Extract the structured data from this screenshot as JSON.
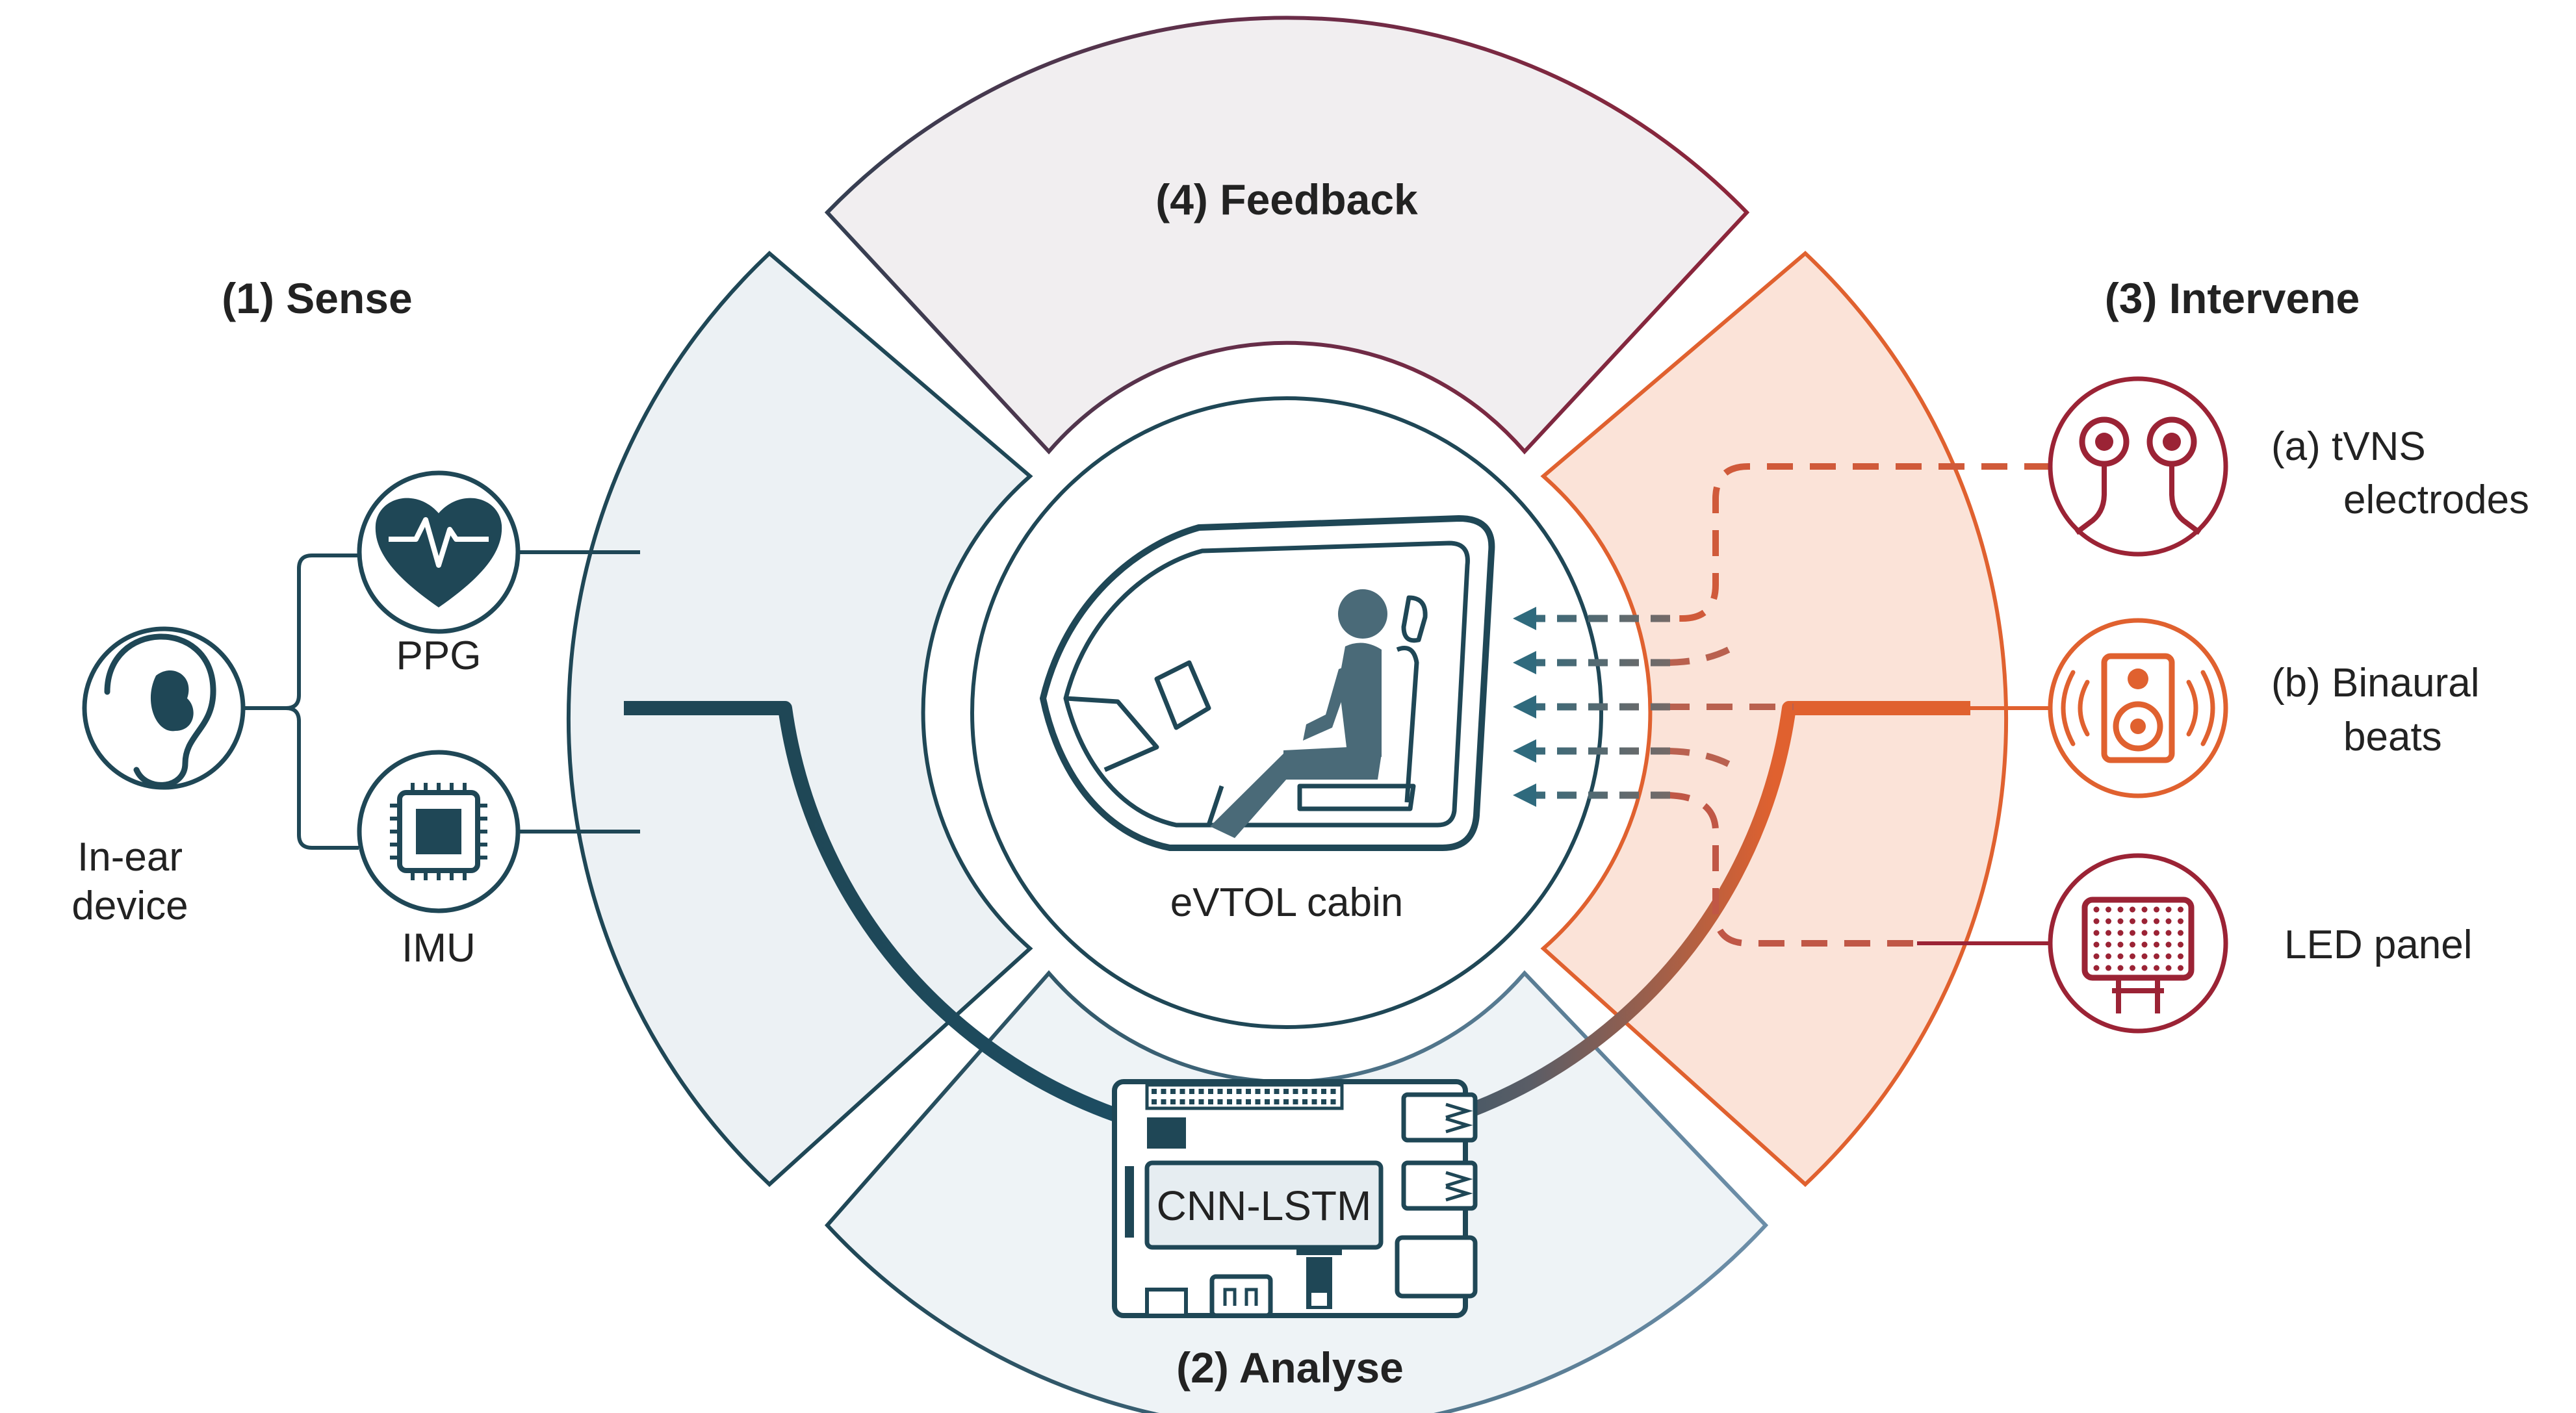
{
  "stages": {
    "sense": "(1) Sense",
    "analyse": "(2) Analyse",
    "intervene": "(3) Intervene",
    "feedback": "(4) Feedback"
  },
  "sensors": {
    "device_line1": "In-ear",
    "device_line2": "device",
    "ppg": "PPG",
    "imu": "IMU"
  },
  "center": {
    "cabin": "eVTOL cabin"
  },
  "analyse_board": {
    "model": "CNN-LSTM"
  },
  "interventions": {
    "tvns_line1": "(a) tVNS",
    "tvns_line2": "electrodes",
    "binaural_line1": "(b) Binaural",
    "binaural_line2": "beats",
    "led": "LED panel"
  },
  "colors": {
    "sense_teal": "#1f4756",
    "intervene_orange": "#e0612f",
    "feedback_red": "#9b2335",
    "sense_fill": "#ecf1f4",
    "intervene_fill": "#fbe3d8",
    "feedback_fill": "#f1eef0"
  },
  "icons": {
    "device": "ear-icon",
    "ppg": "heart-pulse-icon",
    "imu": "chip-icon",
    "tvns": "electrode-icon",
    "binaural": "speaker-icon",
    "led": "led-panel-icon",
    "cabin": "evtol-cabin-icon",
    "board": "circuit-board-icon"
  }
}
